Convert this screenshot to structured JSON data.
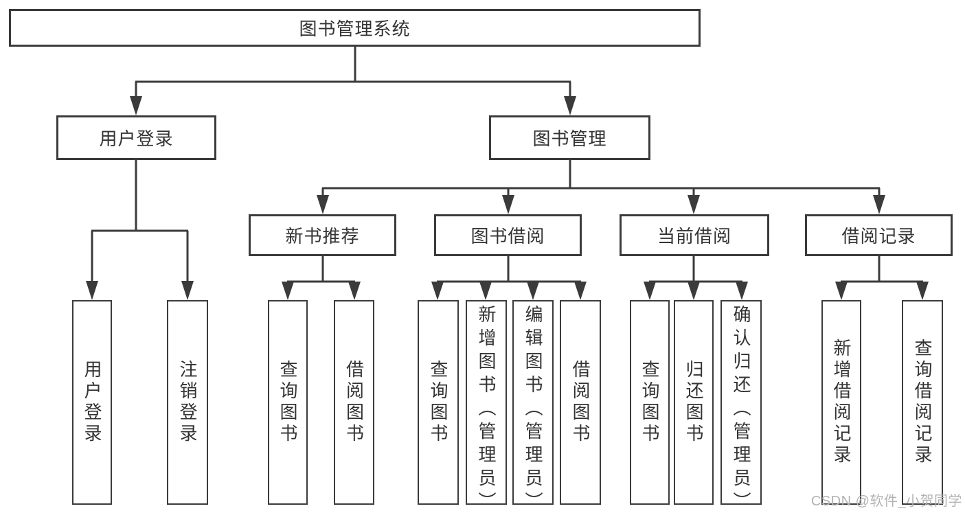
{
  "diagram": {
    "root": {
      "label": "图书管理系统"
    },
    "level2": [
      {
        "label": "用户登录"
      },
      {
        "label": "图书管理"
      }
    ],
    "level3": [
      {
        "label": "新书推荐"
      },
      {
        "label": "图书借阅"
      },
      {
        "label": "当前借阅"
      },
      {
        "label": "借阅记录"
      }
    ],
    "leaves": {
      "user_login": [
        {
          "label": "用户登录"
        },
        {
          "label": "注销登录"
        }
      ],
      "new_book": [
        {
          "label": "查询图书"
        },
        {
          "label": "借阅图书"
        }
      ],
      "book_borrow": [
        {
          "label": "查询图书"
        },
        {
          "label": "新增图书（管理员）"
        },
        {
          "label": "编辑图书（管理员）"
        },
        {
          "label": "借阅图书"
        }
      ],
      "current_borrow": [
        {
          "label": "查询图书"
        },
        {
          "label": "归还图书"
        },
        {
          "label": "确认归还（管理员）"
        }
      ],
      "borrow_records": [
        {
          "label": "新增借阅记录"
        },
        {
          "label": "查询借阅记录"
        }
      ]
    },
    "colors": {
      "line": "#3b3b3b",
      "text": "#333333",
      "box_background": "#ffffff"
    }
  },
  "watermark": {
    "text": "CSDN @软件_小贺同学",
    "color": "#b3b3b3"
  }
}
